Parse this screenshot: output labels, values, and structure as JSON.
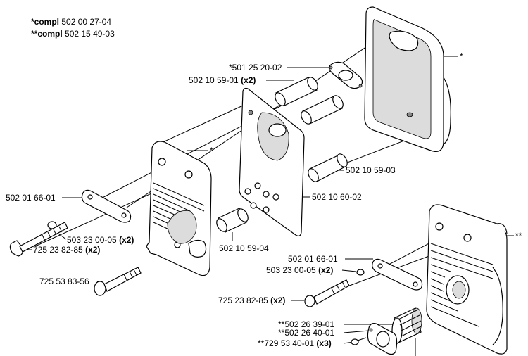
{
  "header": {
    "line1": {
      "prefix": "*compl",
      "number": "502 00 27-04"
    },
    "line2": {
      "prefix": "**compl",
      "number": "502 15 49-03"
    }
  },
  "labels": {
    "p_501_25_20_02": {
      "text": "*501 25 20-02",
      "qty": ""
    },
    "p_502_10_59_01": {
      "text": "502 10 59-01",
      "qty": "(x2)"
    },
    "star_top": {
      "text": "*",
      "qty": ""
    },
    "star_front": {
      "text": "*",
      "qty": ""
    },
    "p_502_10_59_03": {
      "text": "502 10 59-03",
      "qty": ""
    },
    "p_502_01_66_01_a": {
      "text": "502 01 66-01",
      "qty": ""
    },
    "p_502_10_60_02": {
      "text": "502 10 60-02",
      "qty": ""
    },
    "p_503_23_00_05_a": {
      "text": "503 23 00-05",
      "qty": "(x2)"
    },
    "p_725_23_82_85_a": {
      "text": "725 23 82-85",
      "qty": "(x2)"
    },
    "p_502_10_59_04": {
      "text": "502 10 59-04",
      "qty": ""
    },
    "p_725_53_83_56": {
      "text": "725 53 83-56",
      "qty": ""
    },
    "star2_right": {
      "text": "**",
      "qty": ""
    },
    "p_502_01_66_01_b": {
      "text": "502 01 66-01",
      "qty": ""
    },
    "p_503_23_00_05_b": {
      "text": "503 23 00-05",
      "qty": "(x2)"
    },
    "p_725_23_82_85_b": {
      "text": "725 23 82-85",
      "qty": "(x2)"
    },
    "p_502_26_39_01": {
      "text": "**502 26 39-01",
      "qty": ""
    },
    "p_502_26_40_01": {
      "text": "**502 26 40-01",
      "qty": ""
    },
    "p_729_53_40_01": {
      "text": "**729 53 40-01",
      "qty": "(x3)"
    }
  }
}
